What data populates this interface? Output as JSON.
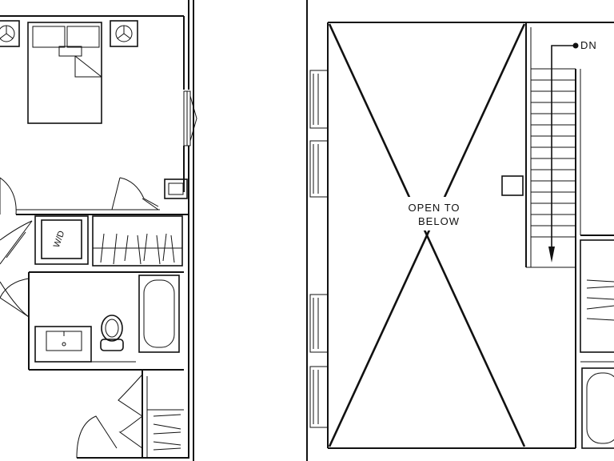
{
  "labels": {
    "open_line1": "OPEN TO",
    "open_line2": "BELOW",
    "stair_dn": "DN",
    "washer_dryer": "W/D"
  }
}
